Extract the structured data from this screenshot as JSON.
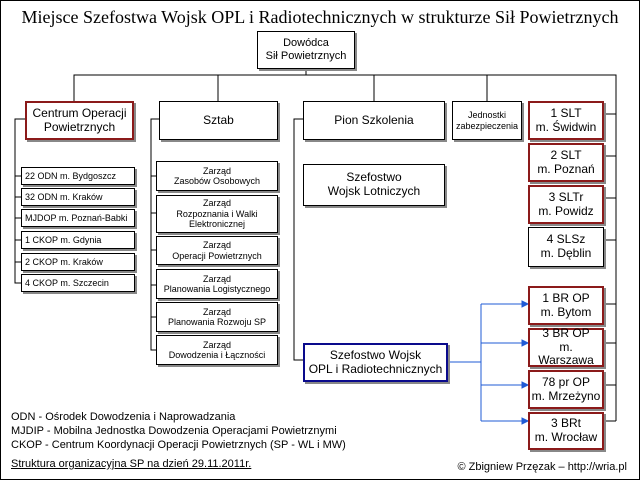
{
  "title": "Miejsce Szefostwa Wojsk OPL i Radiotechnicznych w strukturze Sił Powietrznych",
  "top": {
    "line1": "Dowódca",
    "line2": "Sił Powietrznych"
  },
  "columns": {
    "cop": {
      "line1": "Centrum Operacji",
      "line2": "Powietrznych"
    },
    "sztab": "Sztab",
    "pion": "Pion Szkolenia",
    "jednostki": {
      "line1": "Jednostki",
      "line2": "zabezpieczenia"
    }
  },
  "cop_items": [
    "22 ODN m. Bydgoszcz",
    "32 ODN m. Kraków",
    "MJDOP m. Poznań-Babki",
    "1 CKOP m. Gdynia",
    "2 CKOP m. Kraków",
    "4 CKOP m. Szczecin"
  ],
  "sztab_items": [
    {
      "a": "Zarząd",
      "b": "Zasobów Osobowych"
    },
    {
      "a": "Zarząd",
      "b": "Rozpoznania i Walki",
      "c": "Elektronicznej"
    },
    {
      "a": "Zarząd",
      "b": "Operacji Powietrznych"
    },
    {
      "a": "Zarząd",
      "b": "Planowania Logistycznego"
    },
    {
      "a": "Zarząd",
      "b": "Planowania Rozwoju SP"
    },
    {
      "a": "Zarząd",
      "b": "Dowodzenia i Łączności"
    }
  ],
  "pion_items": {
    "lot": {
      "line1": "Szefostwo",
      "line2": "Wojsk Lotniczych"
    },
    "opl": {
      "line1": "Szefostwo Wojsk",
      "line2": "OPL i Radiotechnicznych"
    }
  },
  "right_units": [
    {
      "a": "1 SLT",
      "b": "m. Świdwin"
    },
    {
      "a": "2 SLT",
      "b": "m. Poznań"
    },
    {
      "a": "3 SLTr",
      "b": "m. Powidz"
    },
    {
      "a": "4 SLSz",
      "b": "m. Dęblin"
    }
  ],
  "br_units": [
    {
      "a": "1 BR OP",
      "b": "m. Bytom"
    },
    {
      "a": "3 BR OP",
      "b": "m. Warszawa"
    },
    {
      "a": "78 pr OP",
      "b": "m. Mrzeżyno"
    },
    {
      "a": "3 BRt",
      "b": "m. Wrocław"
    }
  ],
  "legend": [
    "ODN - Ośrodek Dowodzenia i Naprowadzania",
    "MJDIP - Mobilna Jednostka Dowodzenia Operacjami Powietrznymi",
    "CKOP - Centrum Koordynacji Operacji Powietrznych (SP - WL i MW)"
  ],
  "footer_date": "Struktura organizacyjna SP na dzień 29.11.2011r.",
  "credit": "© Zbigniew Przęzak – http://wria.pl",
  "colors": {
    "red_border": "#8b1a1a",
    "blue_border": "#0a0a8c",
    "blue_line": "#1f5bd6"
  }
}
